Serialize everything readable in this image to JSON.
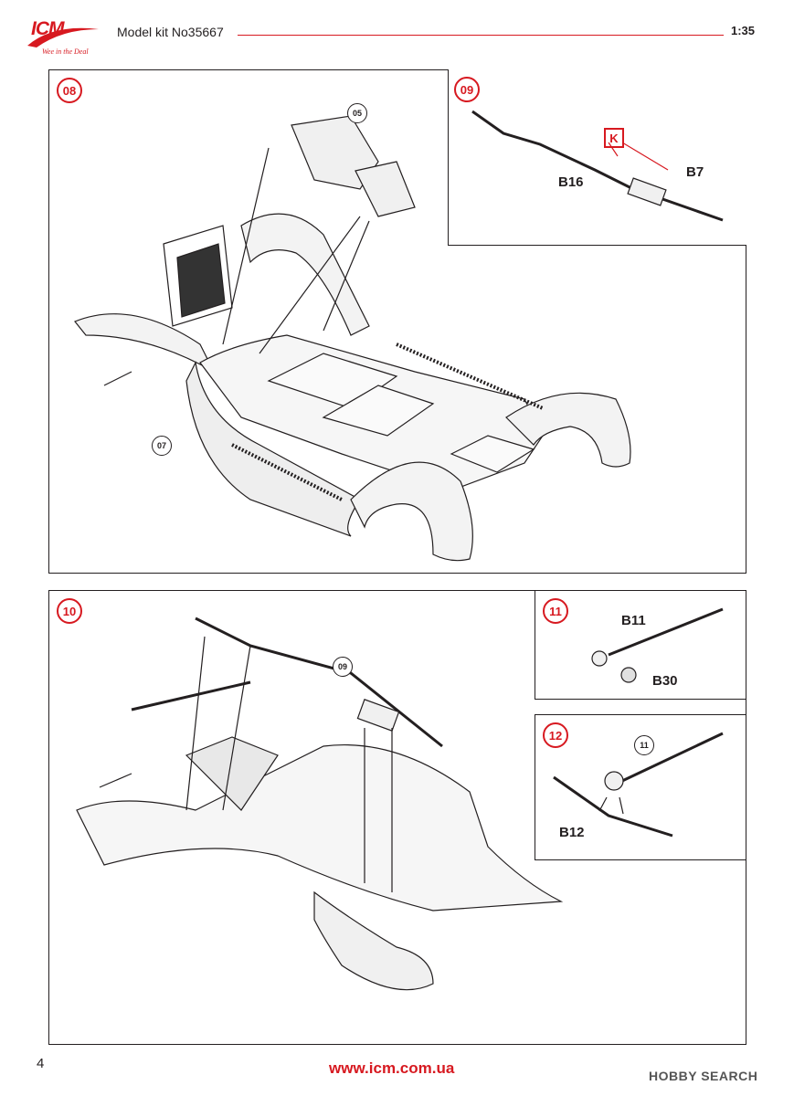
{
  "header": {
    "logo_text": "ICM",
    "logo_tagline": "Wee in the Deal",
    "kit_title": "Model kit No35667",
    "scale": "1:35"
  },
  "steps": {
    "s08": {
      "number": "08",
      "ref_05": "05",
      "ref_07": "07"
    },
    "s09": {
      "number": "09",
      "marker": "K",
      "part_a": "B16",
      "part_b": "B7"
    },
    "s10": {
      "number": "10",
      "ref_09": "09"
    },
    "s11": {
      "number": "11",
      "part_a": "B11",
      "part_b": "B30"
    },
    "s12": {
      "number": "12",
      "ref_11": "11",
      "part_a": "B12"
    }
  },
  "footer": {
    "page_number": "4",
    "url": "www.icm.com.ua",
    "watermark": "HOBBY SEARCH"
  },
  "colors": {
    "accent": "#d71920",
    "ink": "#231f20"
  }
}
